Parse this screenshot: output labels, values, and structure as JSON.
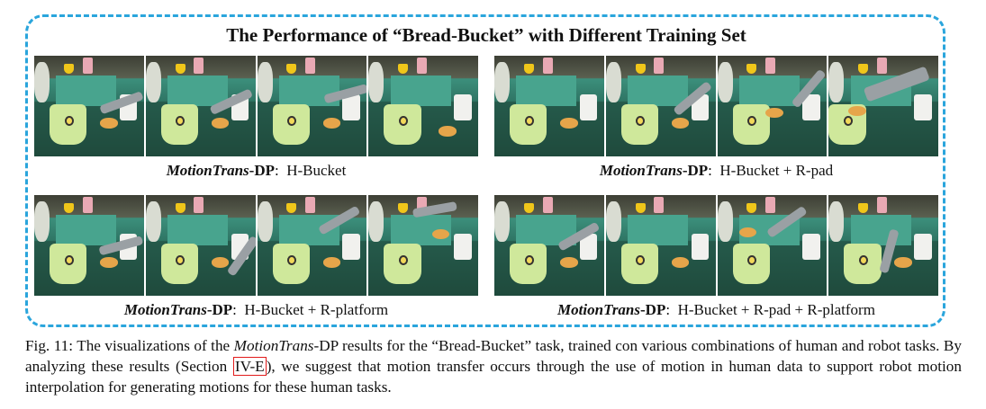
{
  "title": "The Performance of “Bread-Bucket” with Different Training Set",
  "panels": [
    {
      "method": "MotionTrans",
      "suffix": "-DP",
      "setting": "H-Bucket"
    },
    {
      "method": "MotionTrans",
      "suffix": "-DP",
      "setting": "H-Bucket + R-pad"
    },
    {
      "method": "MotionTrans",
      "suffix": "-DP",
      "setting": "H-Bucket + R-platform"
    },
    {
      "method": "MotionTrans",
      "suffix": "-DP",
      "setting": "H-Bucket + R-pad + R-platform"
    }
  ],
  "caption": {
    "label": "Fig. 11:",
    "part1": " The visualizations of the ",
    "method": "MotionTrans",
    "part2": "-DP results for the “Bread-Bucket” task, trained con various combinations of human and robot tasks. By analyzing these results (Section ",
    "ref": "IV-E",
    "part3": "), we suggest that motion transfer occurs through the use of motion in human data to support robot motion interpolation for generating motions for these human tasks."
  }
}
